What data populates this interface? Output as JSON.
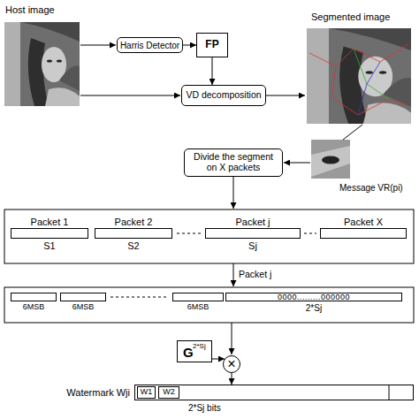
{
  "diagram": {
    "nodes": [
      {
        "text": [
          "Harris Detector"
        ]
      },
      {
        "text": [
          "FP"
        ]
      },
      {
        "text": [
          "VD decomposition"
        ]
      },
      {
        "text": [
          "Divide the segment on X packets"
        ]
      },
      {
        "text": [
          "Packet 1",
          "S1"
        ]
      },
      {
        "text": [
          "Packet 2",
          "S2"
        ]
      },
      {
        "text": [
          "Packet j",
          "Sj"
        ]
      },
      {
        "text": [
          "Packet X"
        ]
      },
      {
        "text": [
          "6MSB"
        ]
      },
      {
        "text": [
          "6MSB"
        ]
      },
      {
        "text": [
          "6MSB"
        ]
      },
      {
        "text": [
          "0000.........000000",
          "2*Sj"
        ]
      },
      {
        "text": [
          "G",
          "2*Sj"
        ]
      },
      {
        "text": [
          "×"
        ]
      },
      {
        "text": [
          "Watermark Wji",
          "2*Sj bits"
        ]
      },
      {
        "text": [
          "W1"
        ],
        "in": 14
      },
      {
        "text": [
          "W2"
        ],
        "in": 14
      }
    ],
    "edges": [
      {
        "from": 0,
        "to": 1,
        "arrow": "to"
      },
      {
        "from": 1,
        "to": 2,
        "arrow": "to"
      },
      {
        "from": 12,
        "to": 13,
        "arrow": "to"
      },
      {
        "from": 13,
        "to": 14,
        "arrow": "to"
      }
    ],
    "labels": [
      "Host image",
      "Segmented image",
      "Message VR(pi)",
      "Packet j"
    ]
  }
}
